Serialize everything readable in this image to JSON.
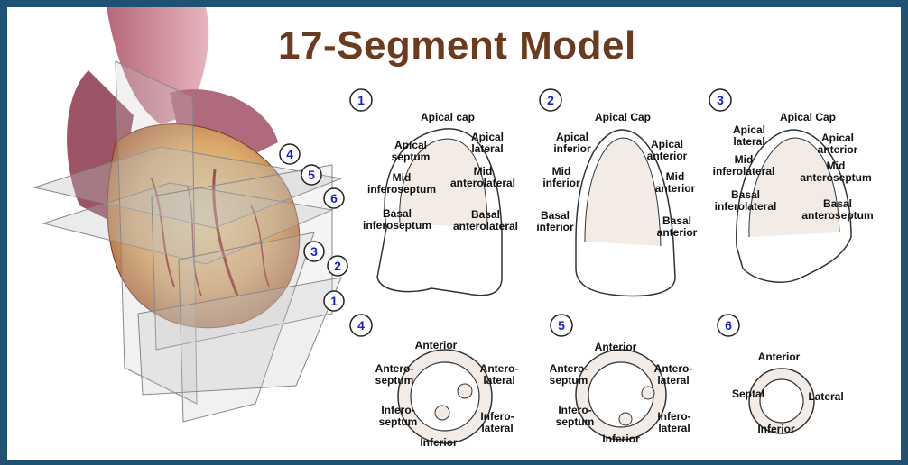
{
  "title": "17-Segment Model",
  "colors": {
    "title": "#6b3a1f",
    "marker_text": "#1a22c8",
    "frame": "#1f5173",
    "segment_fill": "#f3ece6"
  },
  "heart_markers": [
    "4",
    "5",
    "6",
    "3",
    "2",
    "1"
  ],
  "views": [
    {
      "id": "1",
      "labels": {
        "apical_cap": "Apical cap",
        "apical_septum": "Apical",
        "apical_septum2": "septum",
        "apical_lateral": "Apical",
        "apical_lateral2": "lateral",
        "mid_infero": "Mid",
        "mid_infero2": "inferoseptum",
        "mid_antero": "Mid",
        "mid_antero2": "anterolateral",
        "basal_infero": "Basal",
        "basal_infero2": "inferoseptum",
        "basal_antero": "Basal",
        "basal_antero2": "anterolateral"
      }
    },
    {
      "id": "2",
      "labels": {
        "apical_cap": "Apical Cap",
        "apical_inferior": "Apical",
        "apical_inferior2": "inferior",
        "apical_anterior": "Apical",
        "apical_anterior2": "anterior",
        "mid_inferior": "Mid",
        "mid_inferior2": "inferior",
        "mid_anterior": "Mid",
        "mid_anterior2": "anterior",
        "basal_inferior": "Basal",
        "basal_inferior2": "inferior",
        "basal_anterior": "Basal",
        "basal_anterior2": "anterior"
      }
    },
    {
      "id": "3",
      "labels": {
        "apical_cap": "Apical Cap",
        "apical_lateral": "Apical",
        "apical_lateral2": "lateral",
        "apical_anterior": "Apical",
        "apical_anterior2": "anterior",
        "mid_inferolateral": "Mid",
        "mid_inferolateral2": "inferolateral",
        "mid_anteroseptum": "Mid",
        "mid_anteroseptum2": "anteroseptum",
        "basal_inferolateral": "Basal",
        "basal_inferolateral2": "inferolateral",
        "basal_anteroseptum": "Basal",
        "basal_anteroseptum2": "anteroseptum"
      }
    },
    {
      "id": "4",
      "labels": {
        "anterior": "Anterior",
        "anteroseptum": "Antero-",
        "anteroseptum2": "septum",
        "anterolateral": "Antero-",
        "anterolateral2": "lateral",
        "inferoseptum": "Infero-",
        "inferoseptum2": "septum",
        "inferolateral": "Infero-",
        "inferolateral2": "lateral",
        "inferior": "Inferior"
      }
    },
    {
      "id": "5",
      "labels": {
        "anterior": "Anterior",
        "anteroseptum": "Antero-",
        "anteroseptum2": "septum",
        "anterolateral": "Antero-",
        "anterolateral2": "lateral",
        "inferoseptum": "Infero-",
        "inferoseptum2": "septum",
        "inferolateral": "Infero-",
        "inferolateral2": "lateral",
        "inferior": "Inferior"
      }
    },
    {
      "id": "6",
      "labels": {
        "anterior": "Anterior",
        "septal": "Septal",
        "lateral": "Lateral",
        "inferior": "Inferior"
      }
    }
  ]
}
